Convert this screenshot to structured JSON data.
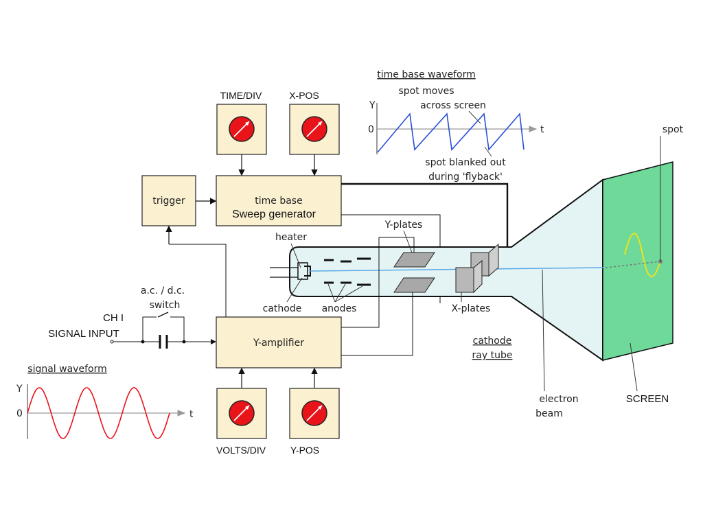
{
  "colors": {
    "box_fill": "#fbf1d1",
    "knob_red": "#e8141a",
    "trace_blue": "#2a4fd6",
    "signal_red": "#e8141a",
    "screen_green": "#6fd99a",
    "tube_fill": "#e4f4f4",
    "spot_trace": "#f0e419",
    "beam": "#5aa8e8"
  },
  "timebase_waveform": {
    "title": "time base waveform",
    "note_top": [
      "spot moves",
      "across screen"
    ],
    "note_bottom": [
      "spot blanked out",
      "during 'flyback'"
    ],
    "y_label": "Y",
    "zero_label": "0",
    "t_label": "t"
  },
  "signal_waveform": {
    "title": "signal waveform",
    "y_label": "Y",
    "zero_label": "0",
    "t_label": "t"
  },
  "knobs": {
    "time_div": "TIME/DIV",
    "x_pos": "X-POS",
    "volts_div": "VOLTS/DIV",
    "y_pos": "Y-POS"
  },
  "boxes": {
    "trigger": "trigger",
    "time_base": "time base",
    "sweep_generator": "Sweep generator",
    "y_amplifier": "Y-amplifier"
  },
  "labels": {
    "heater": "heater",
    "cathode": "cathode",
    "anodes": "anodes",
    "y_plates": "Y-plates",
    "x_plates": "X-plates",
    "crt": [
      "cathode",
      "ray tube"
    ],
    "electron_beam": [
      "electron",
      "beam"
    ],
    "screen": "SCREEN",
    "spot": "spot",
    "ac_dc_switch": [
      "a.c. / d.c.",
      "switch"
    ],
    "ch1_signal": [
      "CH I",
      "SIGNAL INPUT"
    ]
  }
}
